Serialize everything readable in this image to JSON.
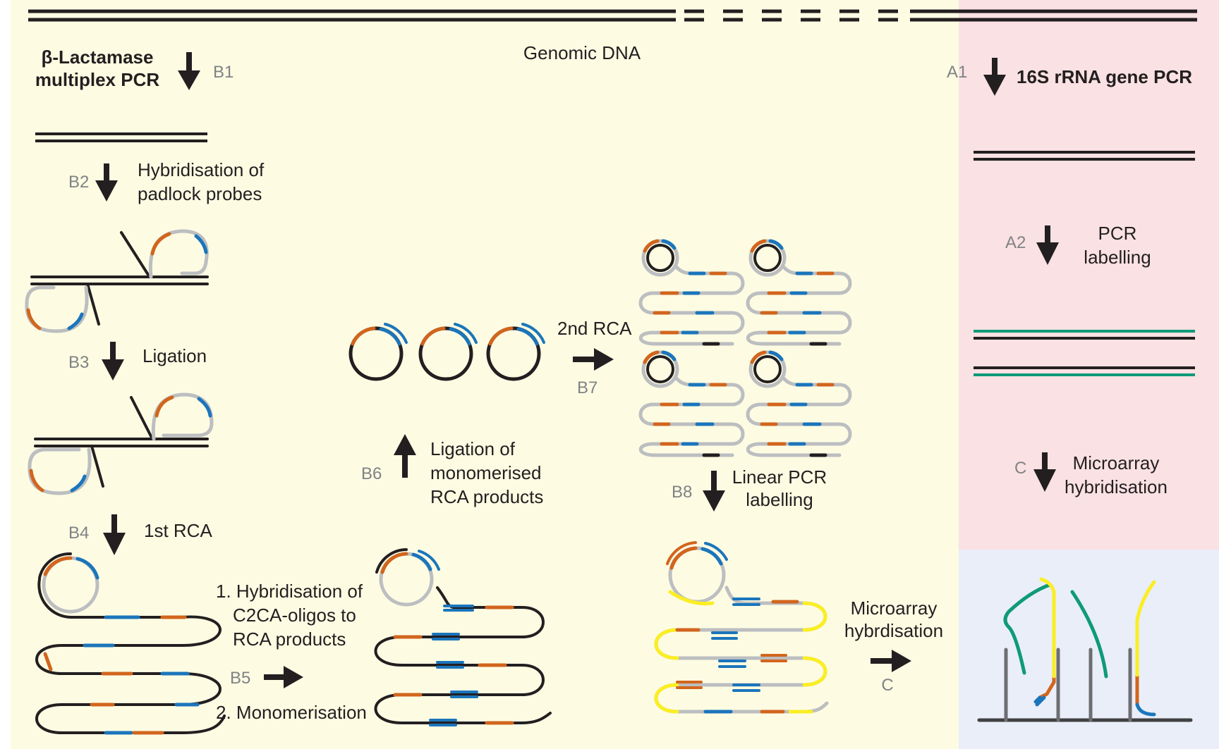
{
  "colors": {
    "background_yellow": "#fdfce3",
    "background_pink": "#fae1e3",
    "background_blue": "#e9eef9",
    "strand_black": "#231f20",
    "probe_grey": "#bcbec0",
    "segment_orange": "#d2651d",
    "segment_blue": "#1b75bb",
    "label_green": "#0f9a78",
    "label_yellow": "#fbee23",
    "step_label_grey": "#808285"
  },
  "genomic_dna": "Genomic DNA",
  "left_pathway": {
    "title_line1": "β-Lactamase",
    "title_line2": "multiplex PCR",
    "b1": "B1",
    "b2": "B2",
    "b2_text_line1": "Hybridisation of",
    "b2_text_line2": "padlock probes",
    "b3": "B3",
    "b3_text": "Ligation",
    "b4": "B4",
    "b4_text": "1st RCA",
    "b5": "B5",
    "b5_text_line1": "1. Hybridisation of",
    "b5_text_line2": "C2CA-oligos to",
    "b5_text_line3": "RCA products",
    "b5_text_line4": "2. Monomerisation",
    "b6": "B6",
    "b6_text_line1": "Ligation of",
    "b6_text_line2": "monomerised",
    "b6_text_line3": "RCA products",
    "b7": "B7",
    "b7_text": "2nd RCA",
    "b8": "B8",
    "b8_text_line1": "Linear PCR",
    "b8_text_line2": "labelling",
    "c_left": "C",
    "c_left_text_line1": "Microarray",
    "c_left_text_line2": "hybrdisation"
  },
  "right_pathway": {
    "a1": "A1",
    "a1_text": "16S rRNA gene PCR",
    "a2": "A2",
    "a2_text_line1": "PCR",
    "a2_text_line2": "labelling",
    "c": "C",
    "c_text_line1": "Microarray",
    "c_text_line2": "hybridisation"
  }
}
